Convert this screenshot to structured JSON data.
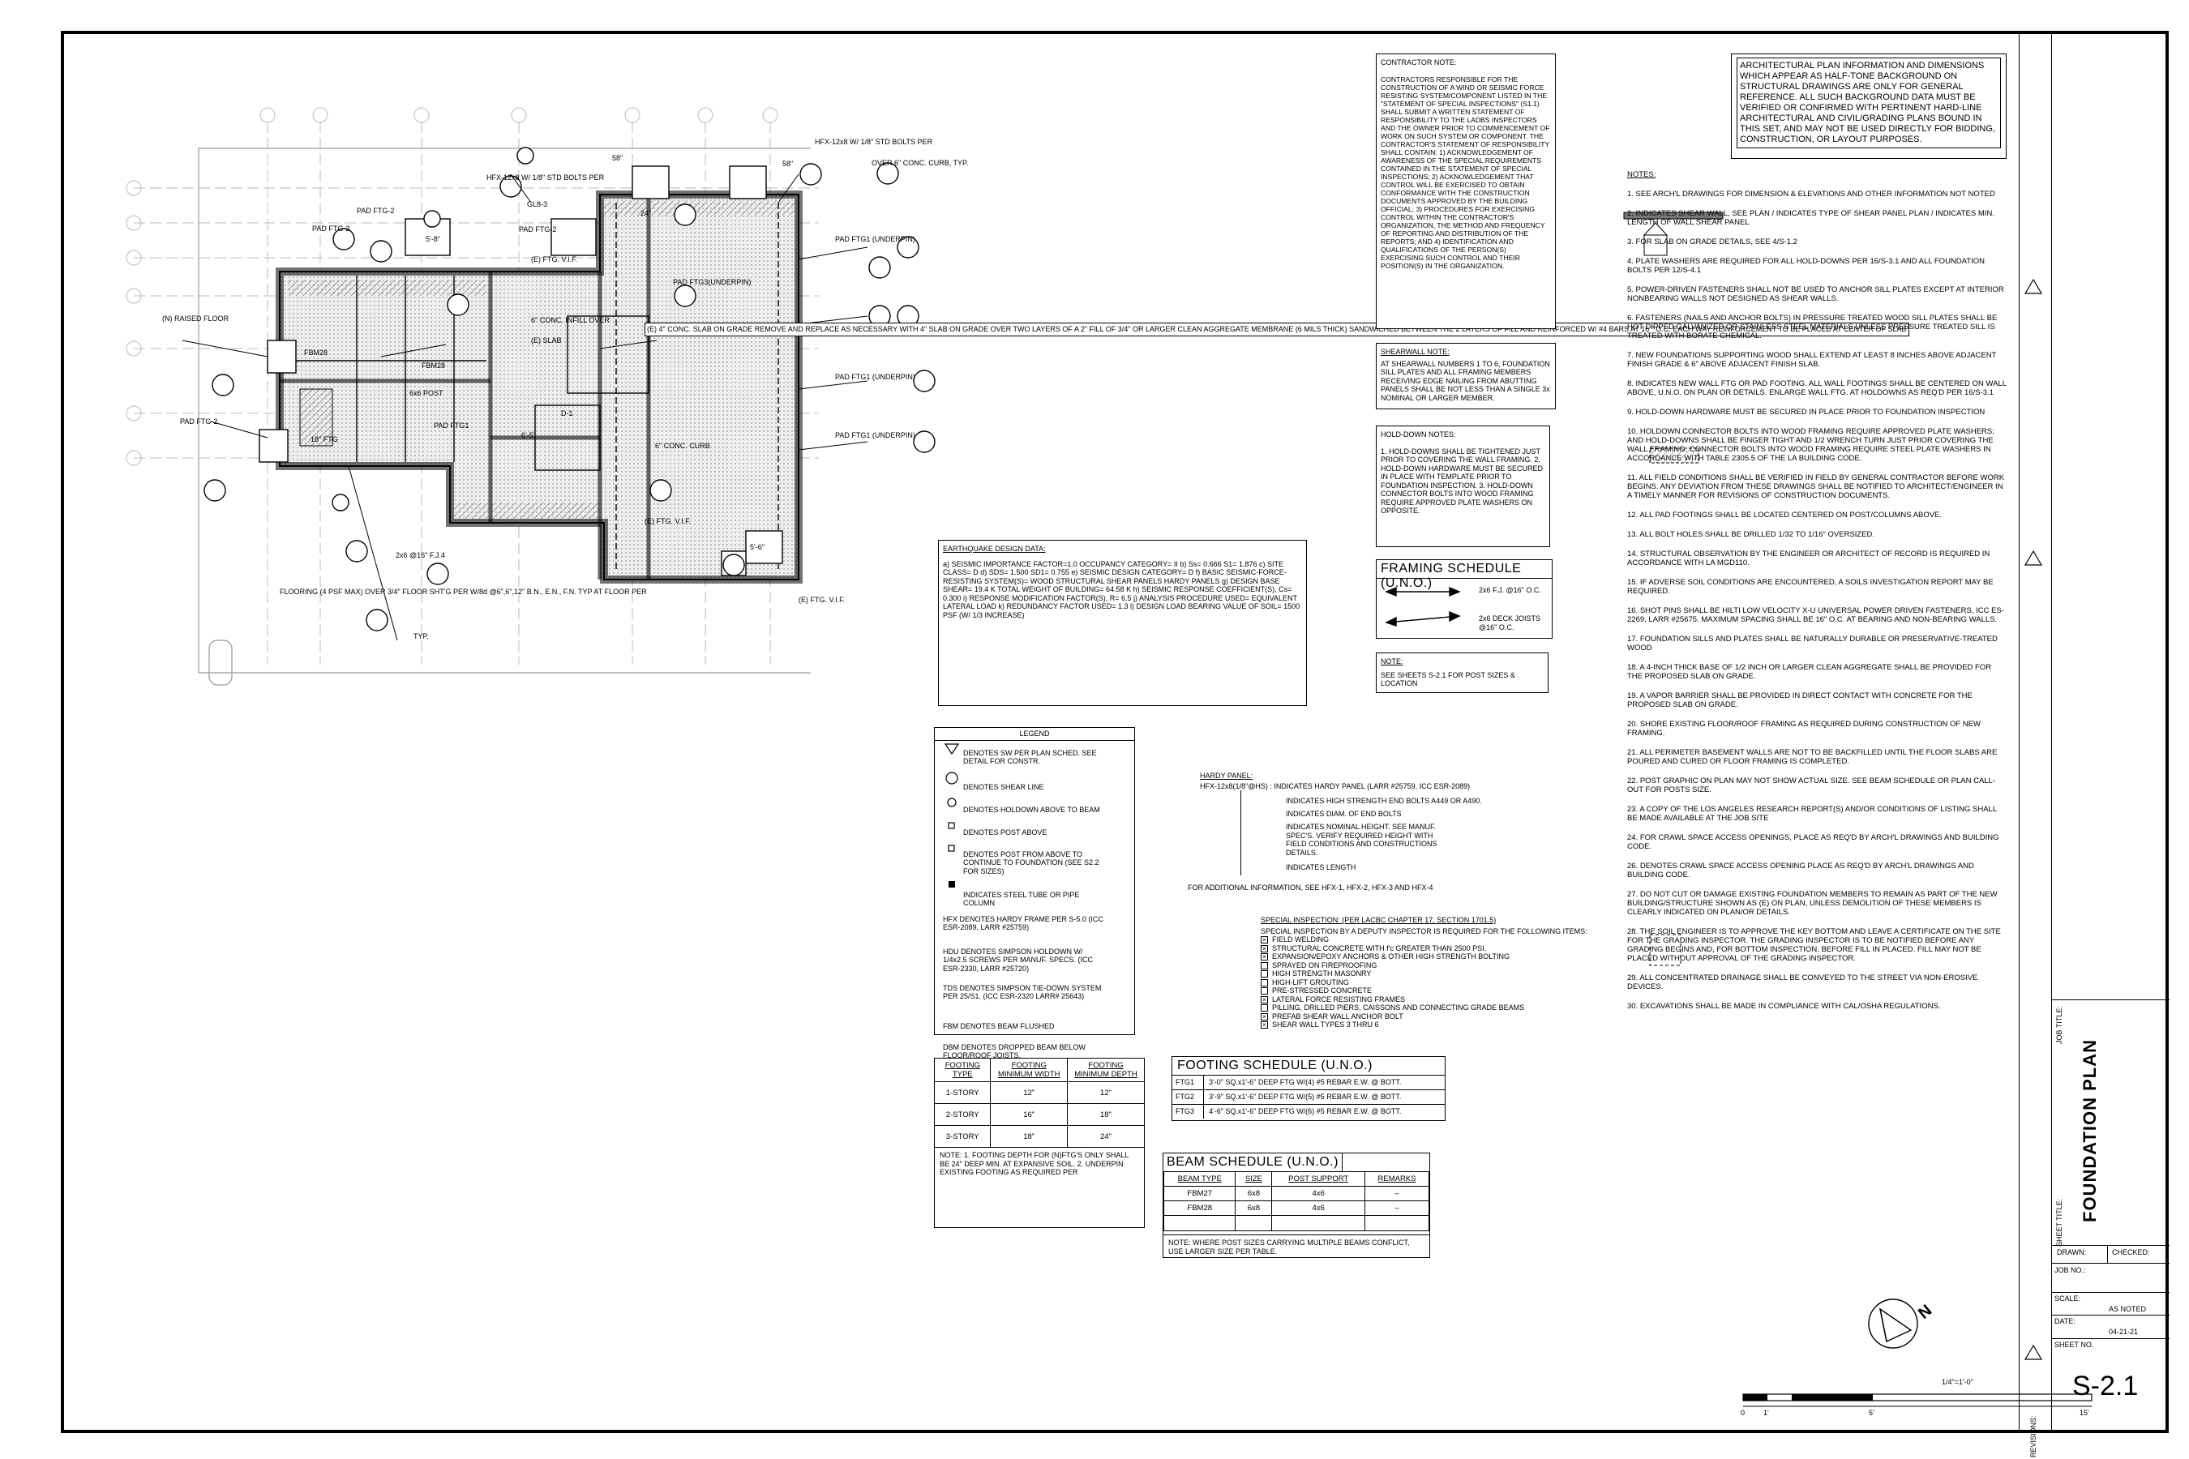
{
  "contractor_note": {
    "title": "CONTRACTOR NOTE:",
    "body": "CONTRACTORS RESPONSIBLE FOR THE CONSTRUCTION OF A WIND OR SEISMIC FORCE RESISTING SYSTEM/COMPONENT LISTED IN THE \"STATEMENT OF SPECIAL INSPECTIONS\" (S1.1) SHALL SUBMIT A WRITTEN STATEMENT OF RESPONSIBILITY TO THE LADBS INSPECTORS AND THE OWNER PRIOR TO COMMENCEMENT OF WORK ON SUCH SYSTEM OR COMPONENT.\n\nTHE CONTRACTOR'S STATEMENT OF RESPONSIBILITY SHALL CONTAIN:\n1) ACKNOWLEDGEMENT OF AWARENESS OF THE SPECIAL REQUIREMENTS CONTAINED IN THE STATEMENT OF SPECIAL INSPECTIONS;\n2) ACKNOWLEDGEMENT THAT CONTROL WILL BE EXERCISED TO OBTAIN CONFORMANCE WITH THE CONSTRUCTION DOCUMENTS APPROVED BY THE BUILDING OFFICIAL;\n3) PROCEDURES FOR EXERCISING CONTROL WITHIN THE CONTRACTOR'S ORGANIZATION, THE METHOD AND FREQUENCY OF REPORTING AND DISTRIBUTION OF THE REPORTS; AND\n4) IDENTIFICATION AND QUALIFICATIONS OF THE PERSON(S) EXERCISING SUCH CONTROL AND THEIR POSITION(S) IN THE ORGANIZATION."
  },
  "shearwall_note": {
    "title": "SHEARWALL NOTE:",
    "body": "AT SHEARWALL NUMBERS 1 TO 6, FOUNDATION SILL PLATES AND ALL FRAMING MEMBERS RECEIVING EDGE NAILING FROM ABUTTING PANELS SHALL BE NOT LESS THAN A SINGLE 3x NOMINAL OR LARGER MEMBER."
  },
  "holddown_notes": {
    "title": "HOLD-DOWN NOTES:",
    "body": "1. HOLD-DOWNS SHALL BE TIGHTENED JUST PRIOR TO COVERING THE WALL FRAMING.\n\n2. HOLD-DOWN HARDWARE MUST BE SECURED IN PLACE WITH TEMPLATE PRIOR TO FOUNDATION INSPECTION.\n\n3. HOLD-DOWN CONNECTOR BOLTS INTO WOOD FRAMING REQUIRE APPROVED PLATE WASHERS ON OPPOSITE."
  },
  "framing_schedule": {
    "title": "FRAMING SCHEDULE (U.N.O.)",
    "rows": [
      "2x6 F.J.\n@16\" O.C.",
      "2x6 DECK JOISTS\n@16\" O.C."
    ]
  },
  "note_small": {
    "title": "NOTE:",
    "body": "SEE SHEETS S-2.1 FOR POST SIZES & LOCATION"
  },
  "arch_note": "ARCHITECTURAL PLAN INFORMATION AND DIMENSIONS WHICH APPEAR AS HALF-TONE BACKGROUND ON STRUCTURAL DRAWINGS ARE ONLY FOR GENERAL REFERENCE. ALL SUCH BACKGROUND DATA MUST BE VERIFIED OR CONFIRMED WITH PERTINENT HARD-LINE ARCHITECTURAL AND CIVIL/GRADING PLANS BOUND IN THIS SET, AND MAY NOT BE USED DIRECTLY FOR BIDDING, CONSTRUCTION, OR LAYOUT PURPOSES.",
  "notes": {
    "title": "NOTES:",
    "items": [
      "1.   SEE ARCH'L DRAWINGS FOR DIMENSION & ELEVATIONS AND OTHER INFORMATION NOT NOTED",
      "2.   INDICATES SHEAR WALL, SEE PLAN / INDICATES TYPE OF SHEAR PANEL PLAN / INDICATES MIN. LENGTH OF WALL SHEAR PANEL",
      "3.   FOR SLAB ON GRADE DETAILS, SEE 4/S-1.2",
      "4.   PLATE WASHERS ARE REQUIRED FOR ALL HOLD-DOWNS PER 16/S-3.1 AND ALL FOUNDATION BOLTS PER 12/S-4.1",
      "5.   POWER-DRIVEN FASTENERS SHALL NOT BE USED TO ANCHOR SILL PLATES EXCEPT AT INTERIOR NONBEARING WALLS NOT DESIGNED AS SHEAR WALLS.",
      "6.   FASTENERS (NAILS AND ANCHOR BOLTS) IN PRESSURE TREATED WOOD SILL PLATES SHALL BE HOT DIPPED GALVANIZED OR STAINLESS STEEL MATERIALS UNLESS PRESSURE TREATED SILL IS TREATED WITH BORATE CHEMICAL.",
      "7.   NEW FOUNDATIONS SUPPORTING WOOD SHALL EXTEND AT LEAST 8 INCHES ABOVE ADJACENT FINISH GRADE & 6\" ABOVE ADJACENT FINISH SLAB.",
      "8.   INDICATES NEW WALL FTG OR PAD FOOTING. ALL WALL FOOTINGS SHALL BE CENTERED ON WALL ABOVE, U.N.O. ON PLAN OR DETAILS. ENLARGE WALL FTG. AT HOLDOWNS AS REQ'D PER 16/S-3.1",
      "9.   HOLD-DOWN HARDWARE MUST BE SECURED IN PLACE PRIOR TO FOUNDATION INSPECTION",
      "10.  HOLDOWN CONNECTOR BOLTS INTO WOOD FRAMING REQUIRE APPROVED PLATE WASHERS; AND HOLD-DOWNS SHALL BE FINGER TIGHT AND 1/2 WRENCH TURN JUST PRIOR COVERING THE WALL FRAMING. CONNECTOR BOLTS INTO WOOD FRAMING REQUIRE STEEL PLATE WASHERS IN ACCORDANCE WITH TABLE 2305.5 OF THE LA BUILDING CODE.",
      "11.  ALL FIELD CONDITIONS SHALL BE VERIFIED IN FIELD BY GENERAL CONTRACTOR BEFORE WORK BEGINS. ANY DEVIATION FROM THESE DRAWINGS SHALL BE NOTIFIED TO ARCHITECT/ENGINEER IN A TIMELY MANNER FOR REVISIONS OF CONSTRUCTION DOCUMENTS.",
      "12.  ALL PAD FOOTINGS SHALL BE LOCATED CENTERED ON POST/COLUMNS ABOVE.",
      "13.  ALL BOLT HOLES SHALL BE DRILLED 1/32 TO 1/16\" OVERSIZED.",
      "14.  STRUCTURAL OBSERVATION BY THE ENGINEER OR ARCHITECT OF RECORD IS REQUIRED IN ACCORDANCE WITH LA MGD110.",
      "15.  IF ADVERSE SOIL CONDITIONS ARE ENCOUNTERED, A SOILS INVESTIGATION REPORT MAY BE REQUIRED.",
      "16.  SHOT PINS SHALL BE HILTI LOW VELOCITY X-U UNIVERSAL POWER DRIVEN FASTENERS, ICC ES-2269, LARR #25675. MAXIMUM SPACING SHALL BE 16\" O.C. AT BEARING AND NON-BEARING WALLS.",
      "17.  FOUNDATION SILLS AND PLATES SHALL BE NATURALLY DURABLE OR PRESERVATIVE-TREATED WOOD",
      "18.  A 4-INCH THICK BASE OF 1/2 INCH OR LARGER CLEAN AGGREGATE SHALL BE PROVIDED FOR THE PROPOSED SLAB ON GRADE.",
      "19.  A VAPOR BARRIER SHALL BE PROVIDED IN DIRECT CONTACT WITH CONCRETE FOR THE PROPOSED SLAB ON GRADE.",
      "20.  SHORE EXISTING FLOOR/ROOF FRAMING AS REQUIRED DURING CONSTRUCTION OF NEW FRAMING.",
      "21.  ALL PERIMETER BASEMENT WALLS ARE NOT TO BE BACKFILLED UNTIL THE FLOOR SLABS ARE POURED AND CURED OR FLOOR FRAMING IS COMPLETED.",
      "22.  POST GRAPHIC ON PLAN MAY NOT SHOW ACTUAL SIZE. SEE BEAM SCHEDULE OR PLAN CALL-OUT FOR POSTS SIZE.",
      "23.  A COPY OF THE LOS ANGELES RESEARCH REPORT(S) AND/OR CONDITIONS OF LISTING SHALL BE MADE AVAILABLE AT THE JOB SITE",
      "24.  FOR CRAWL SPACE ACCESS OPENINGS, PLACE AS REQ'D BY ARCH'L DRAWINGS AND BUILDING CODE.",
      "26.  DENOTES CRAWL SPACE ACCESS OPENING PLACE AS REQ'D BY ARCH'L DRAWINGS AND BUILDING CODE.",
      "27.  DO NOT CUT OR DAMAGE EXISTING FOUNDATION MEMBERS TO REMAIN AS PART OF THE NEW BUILDING/STRUCTURE SHOWN AS (E) ON PLAN, UNLESS DEMOLITION OF THESE MEMBERS IS CLEARLY INDICATED ON PLAN/OR DETAILS.",
      "28.  THE SOIL ENGINEER IS TO APPROVE THE KEY BOTTOM AND LEAVE A CERTIFICATE ON THE SITE FOR THE GRADING INSPECTOR. THE GRADING INSPECTOR IS TO BE NOTIFIED BEFORE ANY GRADING BEGINS AND, FOR BOTTOM INSPECTION, BEFORE FILL IN PLACED. FILL MAY NOT BE PLACED WITHOUT APPROVAL OF THE GRADING INSPECTOR.",
      "29.  ALL CONCENTRATED DRAINAGE SHALL BE CONVEYED TO THE STREET VIA NON-EROSIVE DEVICES.",
      "30.  EXCAVATIONS SHALL BE MADE IN COMPLIANCE WITH CAL/OSHA REGULATIONS."
    ]
  },
  "earthquake": {
    "title": "EARTHQUAKE DESIGN DATA:",
    "body": "a)  SEISMIC IMPORTANCE FACTOR=1.0\n     OCCUPANCY CATEGORY= II\nb)  Ss= 0.666          S1= 1.876\nc)  SITE CLASS= D\nd)  SDS= 1.500        SD1= 0.755\ne)  SEISMIC DESIGN CATEGORY= D\nf)  BASIC SEISMIC-FORCE-RESISTING SYSTEM(S)= WOOD STRUCTURAL SHEAR PANELS\n                                                                   HARDY PANELS\ng)  DESIGN BASE SHEAR=     19.4 K\n     TOTAL WEIGHT OF BUILDING=  64.58 K\nh)  SEISMIC RESPONSE COEFFICIENT(S), Cs=  0.300\ni)   RESPONSE MODIFICATION FACTOR(S), R=   6.5\nj)   ANALYSIS PROCEDURE USED= EQUIVALENT LATERAL LOAD\nk)  REDUNDANCY FACTOR USED= 1.3\nl)   DESIGN LOAD BEARING VALUE OF SOIL= 1500 PSF (W/ 1/3 INCREASE)"
  },
  "legend": {
    "title": "LEGEND",
    "items": [
      "DENOTES SW PER PLAN SCHED. SEE DETAIL FOR CONSTR.",
      "DENOTES SHEAR LINE",
      "DENOTES HOLDOWN ABOVE TO BEAM",
      "DENOTES POST ABOVE",
      "DENOTES POST FROM ABOVE TO CONTINUE TO FOUNDATION (SEE S2.2 FOR SIZES)",
      "INDICATES STEEL TUBE OR PIPE COLUMN",
      "HFX DENOTES HARDY FRAME PER S-5.0 (ICC ESR-2089, LARR #25759)",
      "HDU DENOTES SIMPSON HOLDOWN W/ 1/4x2.5 SCREWS PER MANUF. SPECS. (ICC ESR-2330, LARR #25720)",
      "TDS DENOTES SIMPSON TIE-DOWN SYSTEM PER 25/S1. (ICC ESR-2320 LARR# 25643)",
      "FBM DENOTES BEAM FLUSHED",
      "DBM DENOTES DROPPED BEAM BELOW FLOOR/ROOF JOISTS."
    ]
  },
  "footing_type_table": {
    "headers": [
      "FOOTING TYPE",
      "FOOTING MINIMUM WIDTH",
      "FOOTING MINIMUM DEPTH"
    ],
    "rows": [
      [
        "1-STORY",
        "12\"",
        "12\""
      ],
      [
        "2-STORY",
        "16\"",
        "18\""
      ],
      [
        "3-STORY",
        "18\"",
        "24\""
      ]
    ],
    "note": "NOTE:\n1.   FOOTING DEPTH FOR (N)FTG'S ONLY SHALL BE 24\" DEEP MIN. AT EXPANSIVE SOIL.\n\n2.   UNDERPIN EXISTING FOOTING AS REQUIRED PER"
  },
  "hardy_panel": {
    "title": "HARDY PANEL:",
    "code": "HFX-12x8(1/8\"@HS)",
    "lines": [
      ": INDICATES HARDY PANEL (LARR #25759, ICC ESR-2089)",
      "INDICATES HIGH STRENGTH END BOLTS A449 OR A490.",
      "INDICATES DIAM. OF END BOLTS",
      "INDICATES NOMINAL HEIGHT. SEE MANUF. SPEC'S. VERIFY REQUIRED HEIGHT WITH FIELD CONDITIONS AND CONSTRUCTIONS DETAILS.",
      "INDICATES LENGTH"
    ],
    "footer": "FOR ADDITIONAL INFORMATION, SEE HFX-1, HFX-2, HFX-3 AND HFX-4"
  },
  "special_inspection": {
    "title": "SPECIAL INSPECTION: (PER LACBC CHAPTER 17, SECTION 1701.5)",
    "intro": "SPECIAL INSPECTION BY A DEPUTY INSPECTOR IS REQUIRED FOR THE FOLLOWING ITEMS:",
    "items": [
      {
        "label": "FIELD WELDING",
        "checked": true
      },
      {
        "label": "STRUCTURAL CONCRETE WITH f'c GREATER THAN 2500 PSI.",
        "checked": true
      },
      {
        "label": "EXPANSION/EPOXY ANCHORS & OTHER HIGH STRENGTH BOLTING",
        "checked": true
      },
      {
        "label": "SPRAYED ON FIREPROOFING",
        "checked": false
      },
      {
        "label": "HIGH STRENGTH MASONRY",
        "checked": false
      },
      {
        "label": "HIGH-LIFT GROUTING",
        "checked": false
      },
      {
        "label": "PRE-STRESSED CONCRETE",
        "checked": false
      },
      {
        "label": "LATERAL FORCE RESISTING FRAMES",
        "checked": true
      },
      {
        "label": "PILLING, DRILLED PIERS, CAISSONS AND CONNECTING GRADE BEAMS",
        "checked": false
      },
      {
        "label": "PREFAB SHEAR WALL ANCHOR BOLT",
        "checked": true
      },
      {
        "label": "SHEAR WALL TYPES 3 THRU 6",
        "checked": true
      }
    ]
  },
  "footing_schedule": {
    "title": "FOOTING SCHEDULE (U.N.O.)",
    "rows": [
      [
        "FTG1",
        "3'-0\" SQ.x1'-6\" DEEP FTG W/(4) #5 REBAR E.W. @ BOTT."
      ],
      [
        "FTG2",
        "3'-9\" SQ.x1'-6\" DEEP FTG W/(5) #5 REBAR E.W. @ BOTT."
      ],
      [
        "FTG3",
        "4'-6\" SQ.x1'-6\" DEEP FTG W/(6) #5 REBAR E.W. @ BOTT."
      ]
    ]
  },
  "beam_schedule": {
    "title": "BEAM SCHEDULE (U.N.O.)",
    "headers": [
      "BEAM TYPE",
      "SIZE",
      "POST SUPPORT",
      "REMARKS"
    ],
    "rows": [
      [
        "FBM27",
        "6x8",
        "4x6",
        "–"
      ],
      [
        "FBM28",
        "6x8",
        "4x6",
        "–"
      ],
      [
        "",
        "",
        "",
        ""
      ]
    ],
    "note": "NOTE:\nWHERE POST SIZES CARRYING MULTIPLE BEAMS CONFLICT, USE LARGER SIZE PER TABLE."
  },
  "plan_labels": {
    "hfx1": "HFX-12x8 W/\n1/8\" STD BOLTS\nPER",
    "hfx2": "HFX-12x8 W/\n1/8\" STD BOLTS\nPER",
    "gl": "GL8-3",
    "over_curb": "OVER 6\" CONC.\nCURB, TYP.",
    "slab_note": "(E) 4\" CONC. SLAB ON\nGRADE REMOVE AND REPLACE\nAS NECESSARY WITH 4\" SLAB\nON GRADE OVER TWO LAYERS\nOF A 2\" FILL OF 3/4\" OR\nLARGER CLEAN AGGREGATE\nMEMBRANE (6 MILS THICK)\nSANDWICHED BETWEEN THE 2\nLAYERS OF FILL AND\nREINFORCED W/ #4 BARS AT\n16 \" O.C. EACH WAY\nREINFORCEMENT TO BE\nPLACED AT CENTER OF SLAB",
    "raised_floor": "(N) RAISED\nFLOOR",
    "flooring": "FLOORING (4 PSF MAX) OVER\n3/4\" FLOOR SHT'G PER\nW/8d @6\",6\",12\" B.N., E.N.,\nF.N. TYP AT FLOOR PER",
    "typ": "TYP.",
    "pad_ftg2_a": "PAD\nFTG-2",
    "pad_ftg2_b": "PAD\nFTG-2",
    "pad_ftg2_c": "PAD\nFTG-2",
    "pad_ftg2_d": "PAD\nFTG-2",
    "pad_ftg1_a": "PAD\nFTG1 (UNDERPIN)",
    "pad_ftg1_b": "PAD\nFTG1 (UNDERPIN)",
    "pad_ftg1_c": "PAD\nFTG1 (UNDERPIN)",
    "pad_ftg1_d": "PAD\nFTG1",
    "pad_ftg3": "PAD\nFTG3(UNDERPIN)",
    "fbm28a": "FBM28",
    "fbm28b": "FBM28",
    "post": "6x6 POST",
    "ftg18": "18\" FTG",
    "d1": "D-1",
    "e_slab": "(E) SLAB",
    "e_conc": "6\" CONC.\nINFILL OVER",
    "e_ftg_vif1": "(E) FTG.\nV.I.F.",
    "e_ftg_vif2": "(E) FTG.\nV.I.F.",
    "e_ftg_vif3": "(E) FTG.\nV.I.F.",
    "conc_curb": "6\" CONC.\nCURB",
    "dim58a": "58\"",
    "dim58b": "58\"",
    "dim24": "24\"",
    "dim5_8": "5'-8\"",
    "dim6_5": "6'-5\"",
    "dim5_6": "5'-6\"",
    "fj": "2x6\n@16\"\nF.J.4"
  },
  "scale_bar": {
    "label": "1/4\"=1'-0\"",
    "ticks": [
      "0",
      "1'",
      "5'",
      "15'"
    ]
  },
  "title_block": {
    "job_title_label": "JOB TITLE:",
    "sheet_title_label": "SHEET TITLE:",
    "sheet_title": "FOUNDATION PLAN",
    "drawn_label": "DRAWN:",
    "checked_label": "CHECKED:",
    "job_no_label": "JOB NO.:",
    "scale_label": "SCALE:",
    "scale_value": "AS NOTED",
    "date_label": "DATE:",
    "date_value": "04-21-21",
    "sheet_no_label": "SHEET NO.",
    "sheet_no": "S-2.1",
    "revisions_label": "REVISIONS:"
  }
}
